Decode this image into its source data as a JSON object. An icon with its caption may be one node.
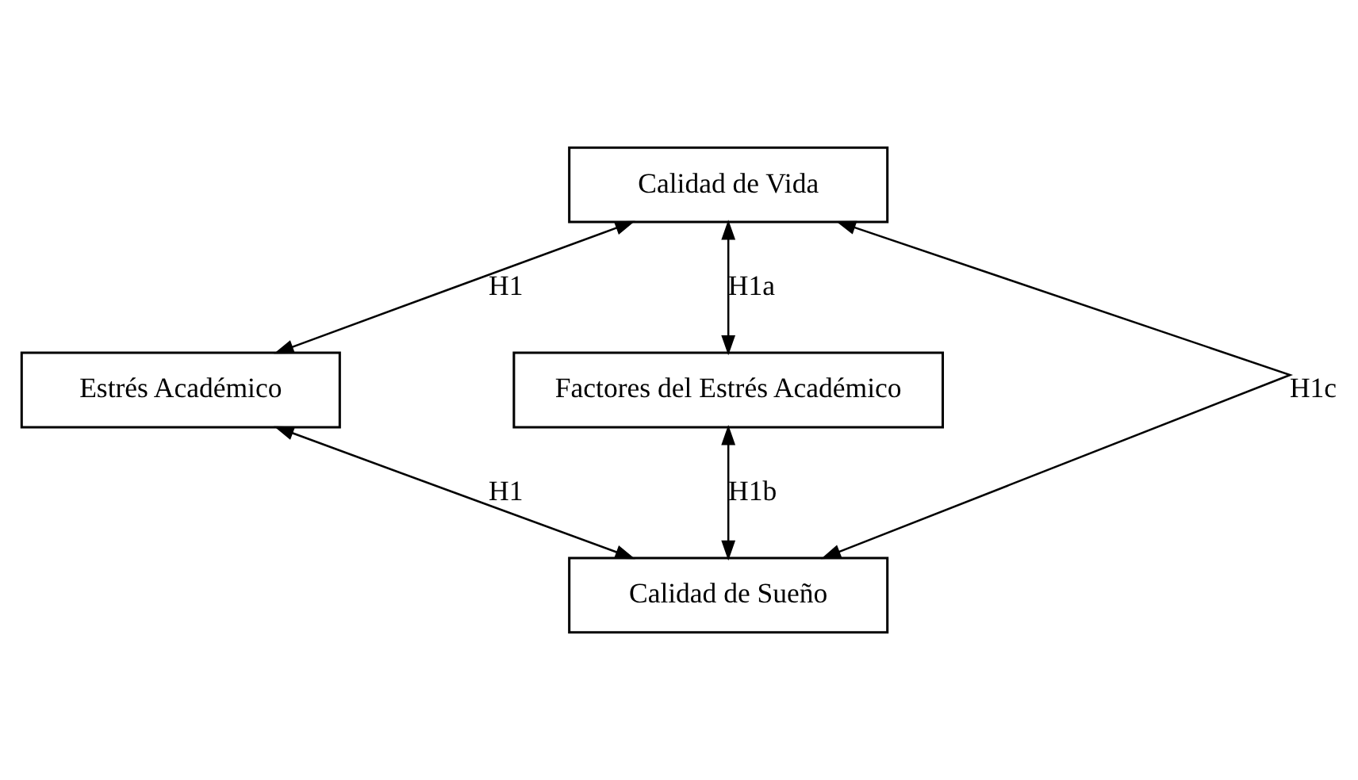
{
  "diagram": {
    "nodes": [
      {
        "text": [
          "Calidad de Vida"
        ]
      },
      {
        "text": [
          "Factores del Estrés Académico"
        ]
      },
      {
        "text": [
          "Estrés Académico"
        ]
      },
      {
        "text": [
          "Calidad de Sueño"
        ]
      }
    ],
    "edges": [
      {
        "from": 0,
        "to": 2,
        "arrow": "both",
        "label": "H1"
      },
      {
        "from": 0,
        "to": 1,
        "arrow": "both",
        "label": "H1a"
      },
      {
        "from": 0,
        "to": 3,
        "arrow": "both",
        "label": "H1c"
      },
      {
        "from": 1,
        "to": 3,
        "arrow": "both",
        "label": "H1b"
      },
      {
        "from": 3,
        "to": 2,
        "arrow": "both",
        "label": "H1"
      }
    ]
  }
}
